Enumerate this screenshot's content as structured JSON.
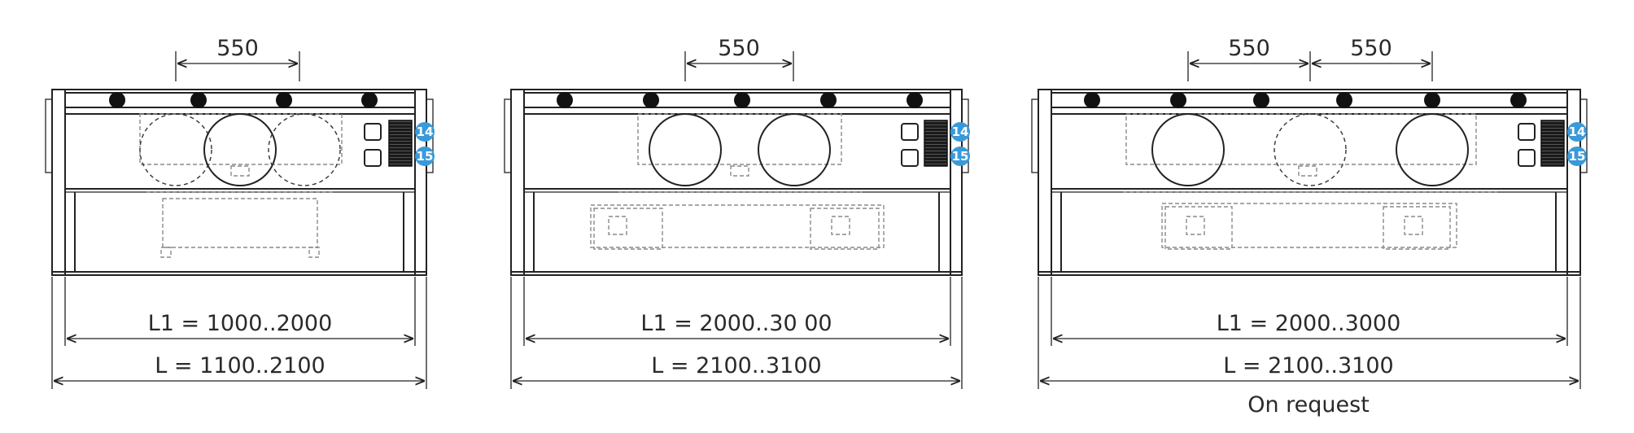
{
  "colors": {
    "line": "#222222",
    "hidden_line": "#8a8a8a",
    "badge": "#3a9ad9",
    "text": "#2a2a2a"
  },
  "badges": [
    "14",
    "15"
  ],
  "units": [
    {
      "id": "unit-1",
      "fan_spacing": "550",
      "l1_label": "L1 = 1000..2000",
      "l_label": "L = 1100..2100",
      "note": ""
    },
    {
      "id": "unit-2",
      "fan_spacing": "550",
      "l1_label": "L1 = 2000..30 00",
      "l_label": "L = 2100..3100",
      "note": ""
    },
    {
      "id": "unit-3",
      "fan_spacing_a": "550",
      "fan_spacing_b": "550",
      "l1_label": "L1 = 2000..3000",
      "l_label": "L = 2100..3100",
      "note": "On request"
    }
  ]
}
